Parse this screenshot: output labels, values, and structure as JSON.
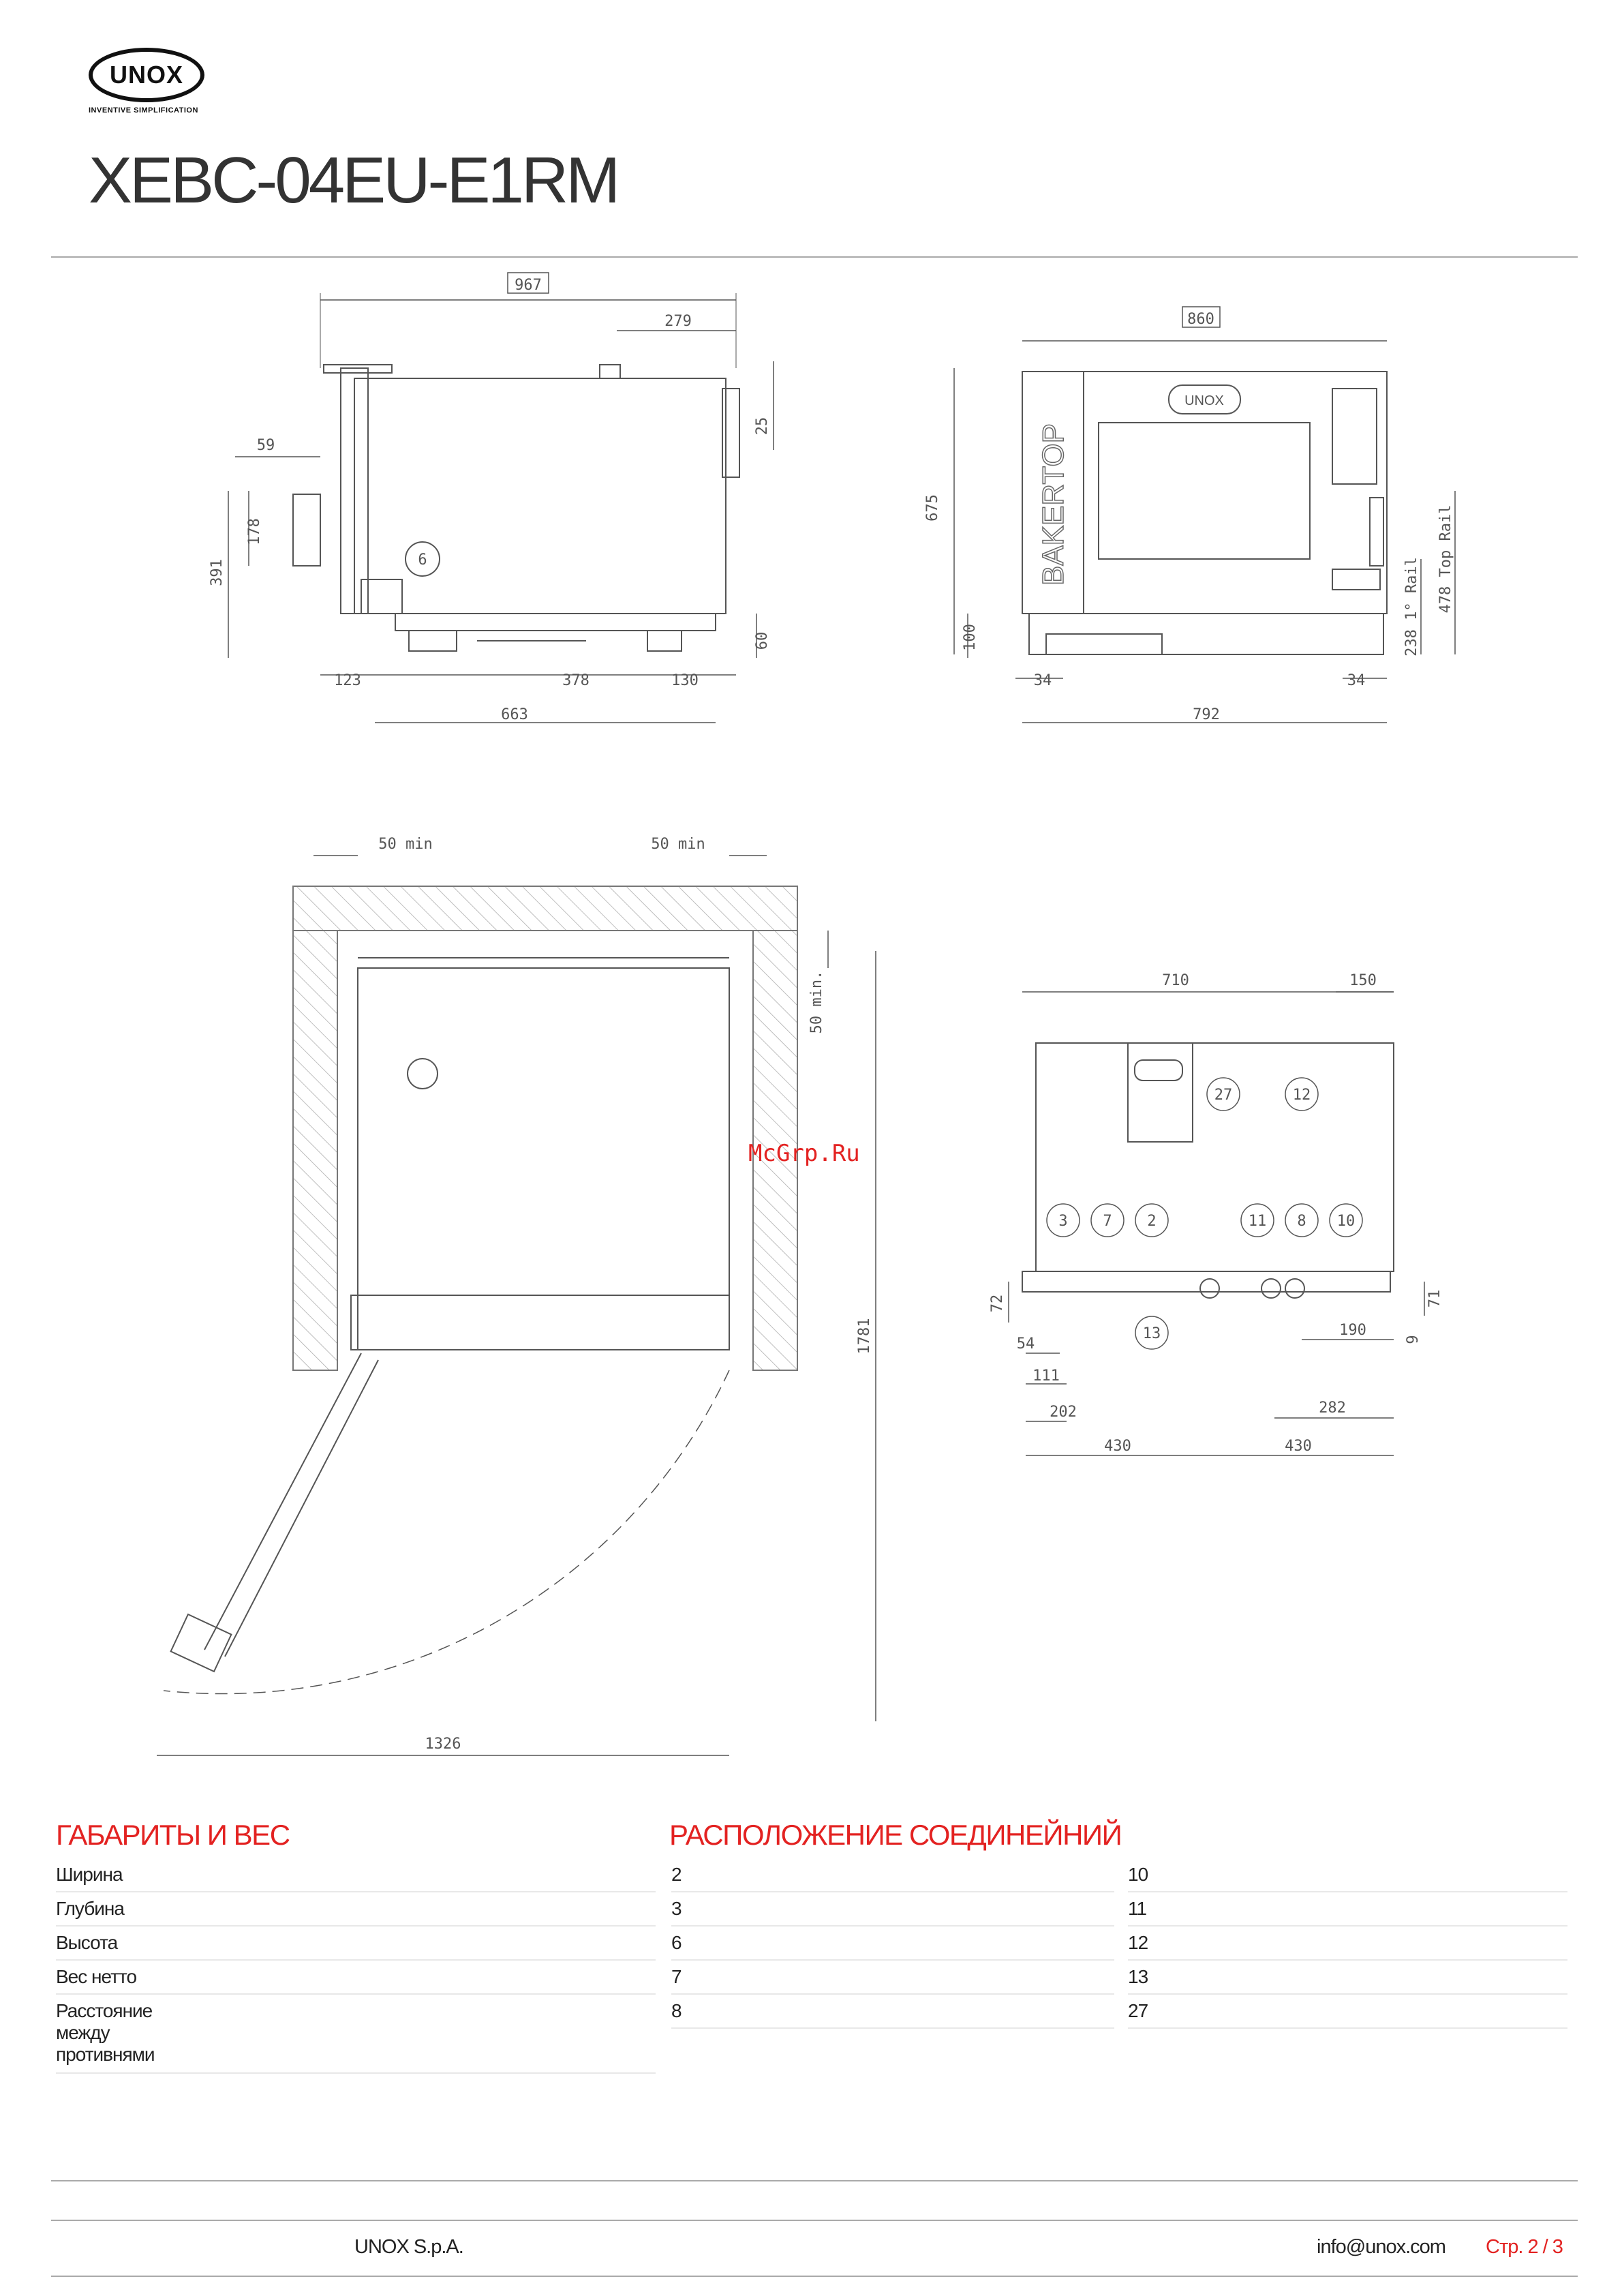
{
  "header": {
    "logo_text": "UNOX",
    "tagline": "INVENTIVE SIMPLIFICATION",
    "model": "XEBC-04EU-E1RM"
  },
  "drawing": {
    "side_view": {
      "dims": [
        "967",
        "279",
        "25",
        "59",
        "178",
        "391",
        "6",
        "123",
        "378",
        "130",
        "60",
        "663"
      ]
    },
    "front_view": {
      "dims": [
        "860",
        "675",
        "100",
        "34",
        "34",
        "792",
        "238 1° Rail",
        "478 Top Rail"
      ],
      "brand_label": "BAKERTOP",
      "badge": "UNOX"
    },
    "top_view": {
      "dims": [
        "50 min",
        "50 min",
        "50 min.",
        "1781",
        "1326"
      ]
    },
    "rear_view": {
      "dims": [
        "710",
        "150",
        "72",
        "71",
        "54",
        "111",
        "202",
        "430",
        "430",
        "190",
        "9",
        "282"
      ],
      "callouts": [
        "27",
        "12",
        "3",
        "7",
        "2",
        "11",
        "8",
        "10",
        "13"
      ]
    }
  },
  "watermark": "McGrp.Ru",
  "dimensions_section": {
    "title": "ГАБАРИТЫ И ВЕС",
    "rows": [
      "Ширина",
      "Глубина",
      "Высота",
      "Вес нетто",
      "Расстояние между противнями"
    ]
  },
  "connections_section": {
    "title": "РАСПОЛОЖЕНИЕ СОЕДИНЕЙНИЙ",
    "col1": [
      "2",
      "3",
      "6",
      "7",
      "8"
    ],
    "col2": [
      "10",
      "11",
      "12",
      "13",
      "27"
    ]
  },
  "footer": {
    "company": "UNOX S.p.A.",
    "email": "info@unox.com",
    "page": "Стр. 2 / 3"
  }
}
